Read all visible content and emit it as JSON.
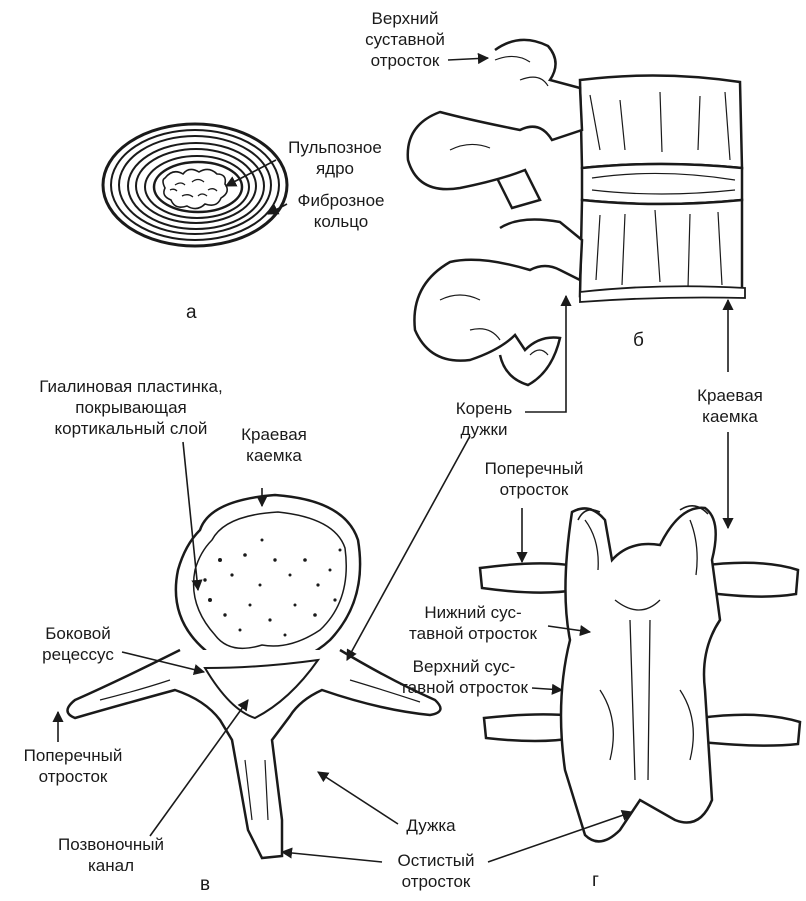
{
  "panels": {
    "a": "а",
    "b": "б",
    "v": "в",
    "g": "г"
  },
  "labels": {
    "upper_articular_b": [
      "Верхний",
      "суставной",
      "отросток"
    ],
    "nucleus_pulposus": [
      "Пульпозное",
      "ядро"
    ],
    "annulus_fibrosus": [
      "Фиброзное",
      "кольцо"
    ],
    "hyaline_plate": [
      "Гиалиновая пластинка,",
      "покрывающая",
      "кортикальный слой"
    ],
    "marginal_rim_v": [
      "Краевая",
      "каемка"
    ],
    "pedicle_root": [
      "Корень",
      "дужки"
    ],
    "marginal_rim_right": [
      "Краевая",
      "каемка"
    ],
    "transverse_g": [
      "Поперечный",
      "отросток"
    ],
    "lower_articular_g": [
      "Нижний сус-",
      "тавной отросток"
    ],
    "upper_articular_g": [
      "Верхний сус-",
      "тавной отросток"
    ],
    "lateral_recess": [
      "Боковой",
      "рецессус"
    ],
    "transverse_v": [
      "Поперечный",
      "отросток"
    ],
    "lamina": [
      "Дужка"
    ],
    "spinal_canal": [
      "Позвоночный",
      "канал"
    ],
    "spinous_process": [
      "Остистый",
      "отросток"
    ]
  }
}
